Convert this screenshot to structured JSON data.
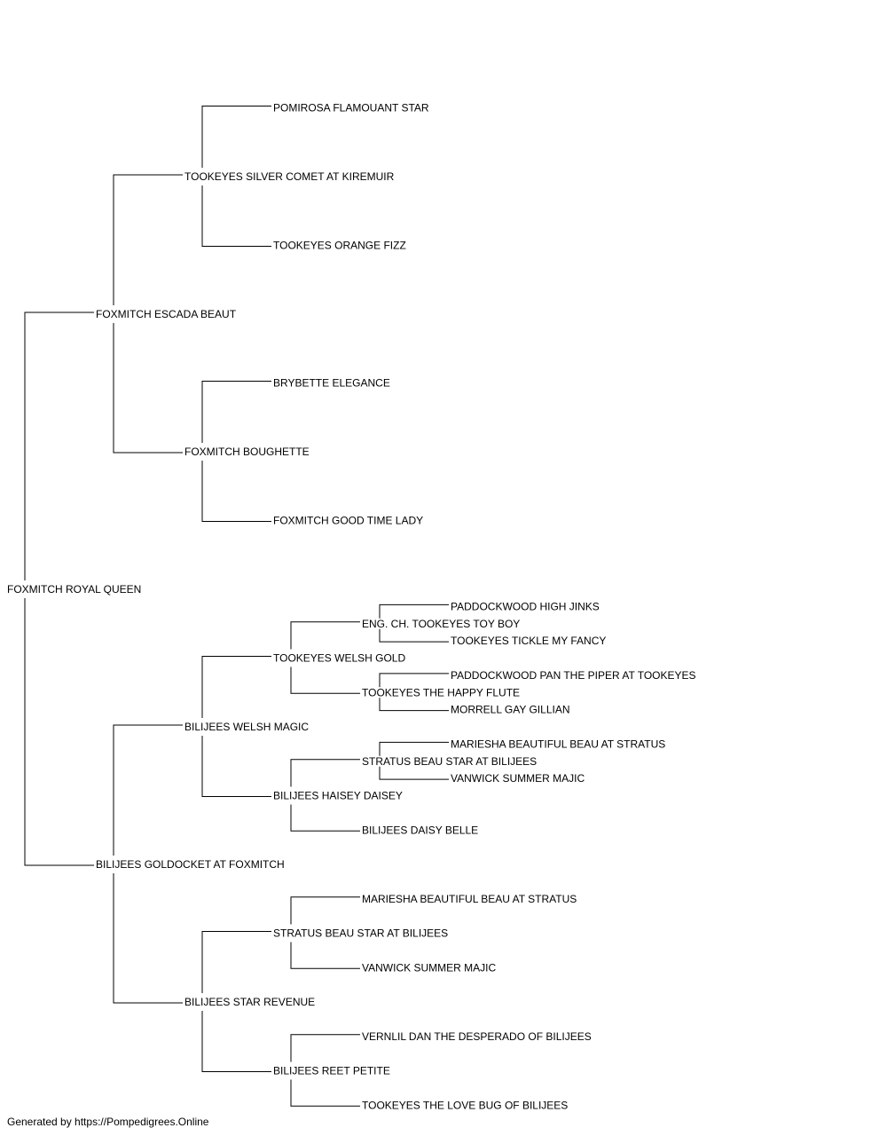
{
  "colors": {
    "line": "#000000",
    "text": "#000000",
    "highlight": "#e00000"
  },
  "pedigree": {
    "name": "FOXMITCH ROYAL QUEEN",
    "parents": [
      {
        "name": "FOXMITCH ESCADA BEAUT",
        "parents": [
          {
            "name": "TOOKEYES SILVER COMET AT KIREMUIR",
            "parents": [
              {
                "name": "POMIROSA FLAMOUANT STAR"
              },
              {
                "name": "TOOKEYES ORANGE FIZZ"
              }
            ]
          },
          {
            "name": "FOXMITCH BOUGHETTE",
            "parents": [
              {
                "name": "BRYBETTE ELEGANCE"
              },
              {
                "name": "FOXMITCH GOOD TIME LADY"
              }
            ]
          }
        ]
      },
      {
        "name": "BILIJEES GOLDOCKET AT FOXMITCH",
        "parents": [
          {
            "name": "BILIJEES WELSH MAGIC",
            "parents": [
              {
                "name": "TOOKEYES WELSH GOLD",
                "parents": [
                  {
                    "name": "ENG. CH. TOOKEYES TOY BOY",
                    "highlight": true,
                    "parents": [
                      {
                        "name": "PADDOCKWOOD HIGH JINKS"
                      },
                      {
                        "name": "TOOKEYES TICKLE MY FANCY"
                      }
                    ]
                  },
                  {
                    "name": "TOOKEYES THE HAPPY FLUTE",
                    "parents": [
                      {
                        "name": "PADDOCKWOOD PAN THE PIPER AT TOOKEYES"
                      },
                      {
                        "name": "MORRELL GAY GILLIAN"
                      }
                    ]
                  }
                ]
              },
              {
                "name": "BILIJEES HAISEY DAISEY",
                "parents": [
                  {
                    "name": "STRATUS BEAU STAR AT BILIJEES",
                    "parents": [
                      {
                        "name": "MARIESHA BEAUTIFUL BEAU AT STRATUS"
                      },
                      {
                        "name": "VANWICK SUMMER MAJIC"
                      }
                    ]
                  },
                  {
                    "name": "BILIJEES DAISY BELLE"
                  }
                ]
              }
            ]
          },
          {
            "name": "BILIJEES STAR REVENUE",
            "parents": [
              {
                "name": "STRATUS BEAU STAR AT BILIJEES",
                "parents": [
                  {
                    "name": "MARIESHA BEAUTIFUL BEAU AT STRATUS"
                  },
                  {
                    "name": "VANWICK SUMMER MAJIC"
                  }
                ]
              },
              {
                "name": "BILIJEES REET PETITE",
                "parents": [
                  {
                    "name": "VERNLIL DAN THE DESPERADO OF BILIJEES"
                  },
                  {
                    "name": "TOOKEYES THE LOVE BUG OF BILIJEES"
                  }
                ]
              }
            ]
          }
        ]
      }
    ]
  },
  "footer": {
    "text": "Generated by https://Pompedigrees.Online"
  }
}
